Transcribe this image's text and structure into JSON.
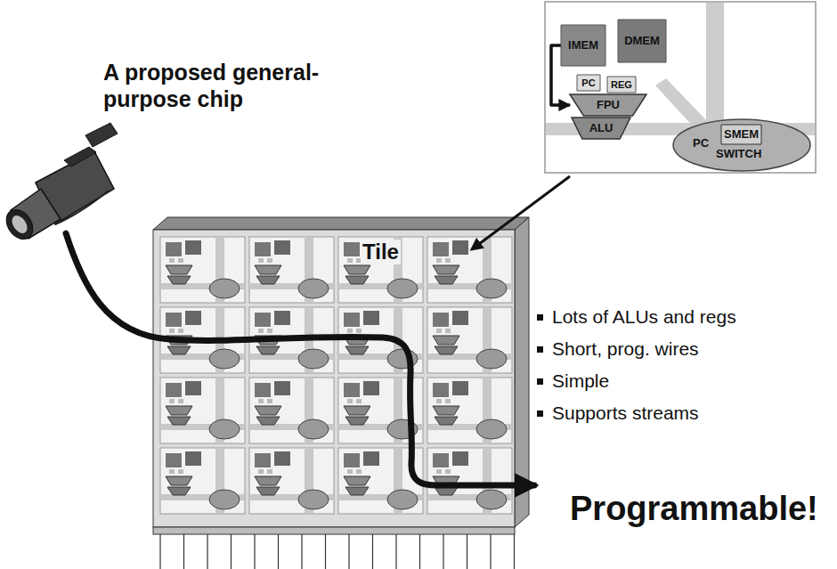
{
  "diagram": {
    "title": "A proposed general-purpose chip",
    "nodes": [
      {
        "text": [
          "IMEM"
        ]
      },
      {
        "text": [
          "DMEM"
        ]
      },
      {
        "text": [
          "PC"
        ]
      },
      {
        "text": [
          "REG"
        ]
      },
      {
        "text": [
          "FPU"
        ]
      },
      {
        "text": [
          "ALU"
        ]
      },
      {
        "text": [
          "PC",
          "SWITCH"
        ]
      },
      {
        "text": [
          "SMEM"
        ],
        "in": 6
      }
    ],
    "edges": [
      {
        "from": 0,
        "to": 4,
        "arrow": "to"
      }
    ],
    "labels": [
      "Tile",
      "Lots of ALUs and regs",
      "Short, prog. wires",
      "Simple",
      "Supports streams",
      "Programmable!"
    ]
  }
}
